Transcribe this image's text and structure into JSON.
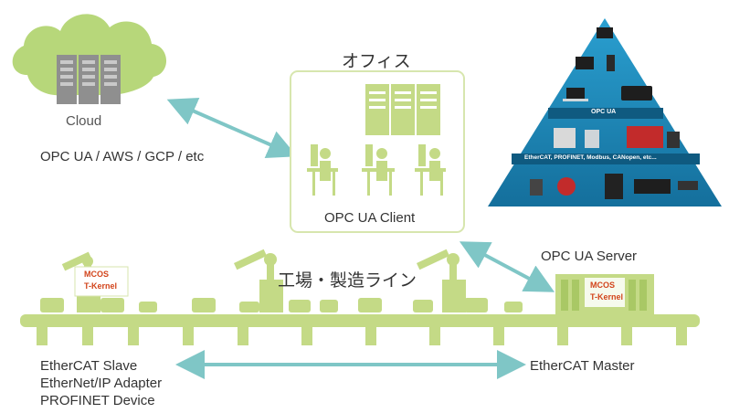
{
  "colors": {
    "cloud": "#b7d77a",
    "cloud_dark": "#9fc45e",
    "office_border": "#d7e6ae",
    "green": "#c4da86",
    "green_dark": "#a9c865",
    "arrow": "#7fc6c6",
    "pyramid": "#1d88b8",
    "text": "#333333",
    "badge_text": "#d2441b"
  },
  "cloud": {
    "label": "Cloud",
    "protocols": "OPC UA / AWS / GCP / etc",
    "icon": "server-rack-icon"
  },
  "office": {
    "title": "オフィス",
    "label": "OPC UA Client",
    "icons": [
      "server-rack-icon",
      "desk-worker-icon"
    ]
  },
  "pyramid": {
    "level_labels": [
      "OPC UA",
      "EtherCAT, PROFINET, Modbus, CANopen, etc..."
    ],
    "icons": [
      "monitor-icon",
      "pc-icon",
      "laptop-icon",
      "tablet-icon",
      "plc-icon",
      "robot-arm-icon",
      "motor-icon",
      "drive-icon",
      "servo-icon"
    ]
  },
  "factory": {
    "title": "工場・製造ライン",
    "server_label": "OPC UA Server",
    "master_label": "EtherCAT Master",
    "slave_labels": [
      "EtherCAT Slave",
      "EtherNet/IP Adapter",
      "PROFINET Device"
    ],
    "badges": [
      "MCOS",
      "T-Kernel"
    ]
  }
}
